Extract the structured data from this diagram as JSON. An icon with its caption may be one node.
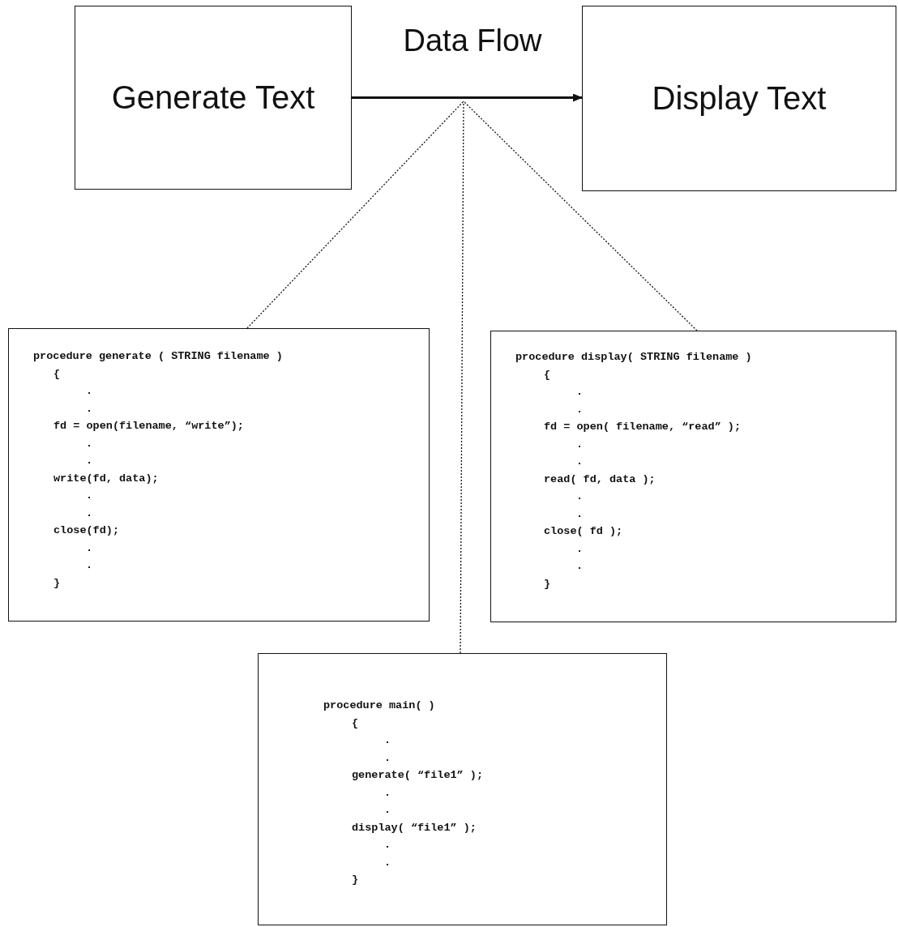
{
  "diagram": {
    "nodes": [
      {
        "text": [
          "Generate Text"
        ]
      },
      {
        "text": [
          "Display Text"
        ]
      },
      {
        "text": [
          "procedure generate ( STRING filename )",
          "{",
          ".",
          ".",
          "fd = open(filename, “write”);",
          ".",
          ".",
          "write(fd, data);",
          ".",
          ".",
          "close(fd);",
          ".",
          ".",
          "}"
        ]
      },
      {
        "text": [
          "procedure display( STRING filename )",
          "{",
          ".",
          ".",
          "fd = open( filename, “read” );",
          ".",
          ".",
          "read( fd, data );",
          ".",
          ".",
          "close( fd );",
          ".",
          ".",
          "}"
        ]
      },
      {
        "text": [
          "procedure main( )",
          "{",
          ".",
          ".",
          "generate( “file1” );",
          ".",
          ".",
          "display( “file1” );",
          ".",
          ".",
          "}"
        ]
      }
    ],
    "edges": [
      {
        "from": 0,
        "to": 1,
        "arrow": "to",
        "label": "Data Flow"
      },
      {
        "from": 2,
        "to": null,
        "arrow": "none",
        "style": "dashed"
      },
      {
        "from": 3,
        "to": null,
        "arrow": "none",
        "style": "dashed"
      },
      {
        "from": 4,
        "to": null,
        "arrow": "none",
        "style": "dashed"
      }
    ]
  }
}
